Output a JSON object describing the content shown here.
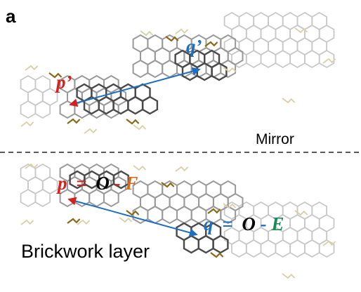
{
  "panel_label": "a",
  "mirror_label": "Mirror",
  "layer_label": "Brickwork layer",
  "top_vectors": {
    "p": "p’",
    "q": "q’"
  },
  "bottom_vectors": {
    "p": "p",
    "p_eq": "=",
    "p_o": "O",
    "p_dash": "-",
    "p_f": "F",
    "q": "q",
    "q_eq": "=",
    "q_o": "O",
    "q_dash": "-",
    "q_e": "E"
  },
  "colors": {
    "p_vector": "#d61f1f",
    "q_vector": "#1f6fc0",
    "F_atom": "#d2691e",
    "E_atom": "#1a8a5a",
    "O_atom": "#000000"
  }
}
